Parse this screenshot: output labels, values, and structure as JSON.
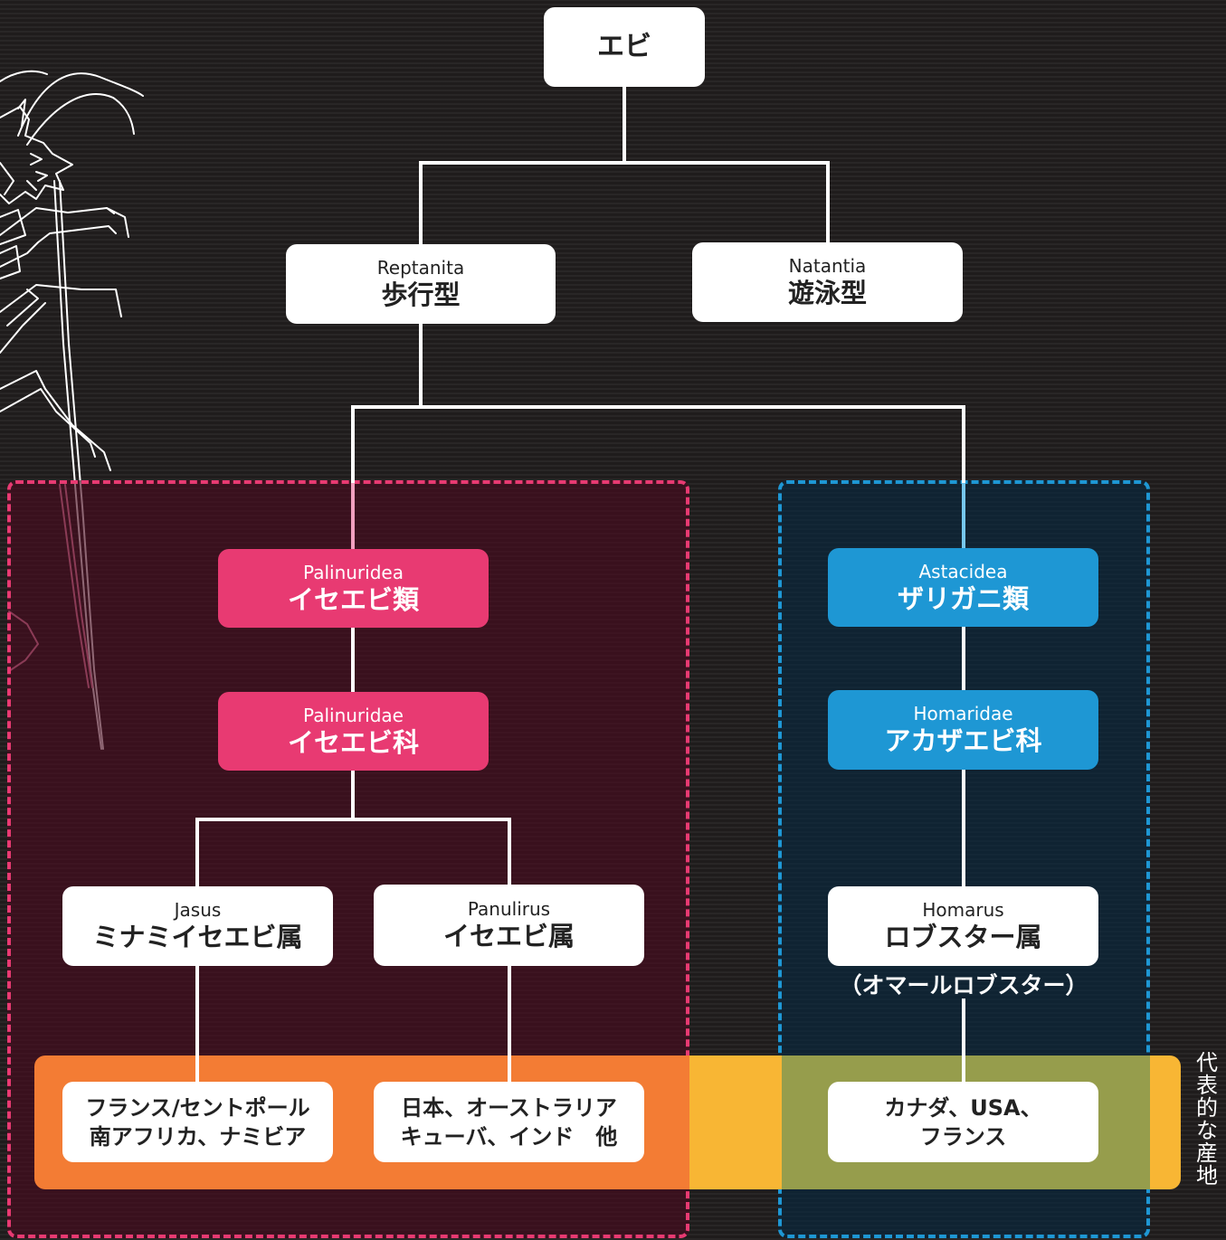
{
  "root": {
    "jp": "エビ"
  },
  "reptantia": {
    "latin": "Reptanita",
    "jp": "歩行型"
  },
  "natantia": {
    "latin": "Natantia",
    "jp": "遊泳型"
  },
  "palinuridea": {
    "latin": "Palinuridea",
    "jp": "イセエビ類"
  },
  "palinuridae": {
    "latin": "Palinuridae",
    "jp": "イセエビ科"
  },
  "jasus": {
    "latin": "Jasus",
    "jp": "ミナミイセエビ属"
  },
  "panulirus": {
    "latin": "Panulirus",
    "jp": "イセエビ属"
  },
  "astacidea": {
    "latin": "Astacidea",
    "jp": "ザリガニ類"
  },
  "homaridae": {
    "latin": "Homaridae",
    "jp": "アカザエビ科"
  },
  "homarus": {
    "latin": "Homarus",
    "jp": "ロブスター属",
    "note": "（オマールロブスター）"
  },
  "regions": {
    "jasus": [
      "フランス/セントポール",
      "南アフリカ、ナミビア"
    ],
    "panulirus": [
      "日本、オーストラリア",
      "キューバ、インド　他"
    ],
    "homarus": [
      "カナダ、USA、",
      "フランス"
    ]
  },
  "side_label": "代表的な産地",
  "colors": {
    "background": "#1f1c1c",
    "pink": "#e83a72",
    "blue": "#1e97d4",
    "orange": "#f37c34",
    "yellow": "#f8b634",
    "olive": "#969d4c",
    "line": "#ffffff"
  }
}
